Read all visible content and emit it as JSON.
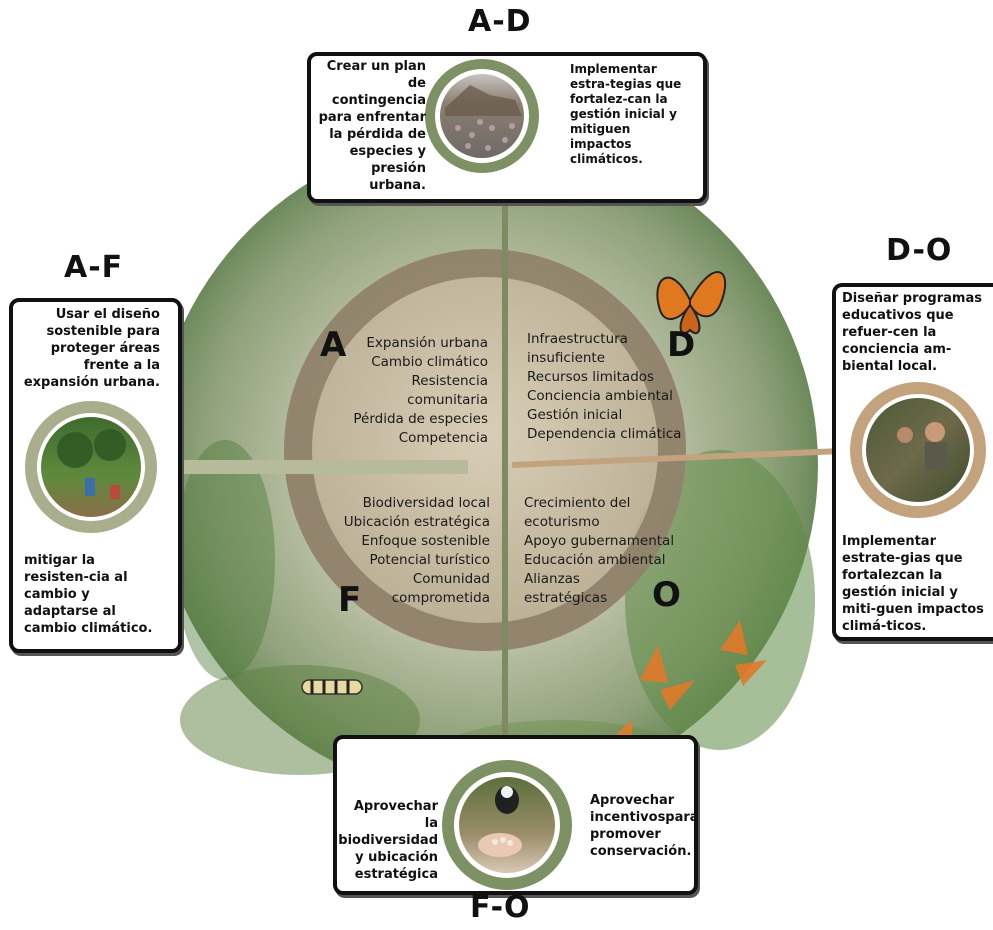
{
  "diagram": {
    "quadrant_letters": {
      "a": "A",
      "d": "D",
      "f": "F",
      "o": "O"
    },
    "amenazas": [
      "Expansión urbana",
      "Cambio climático",
      "Resistencia",
      "comunitaria",
      "Pérdida de especies",
      "Competencia"
    ],
    "debilidades": [
      "Infraestructura",
      "insuficiente",
      "Recursos limitados",
      "Conciencia ambiental",
      "Gestión inicial",
      "Dependencia climática"
    ],
    "fortalezas": [
      "Biodiversidad local",
      "Ubicación estratégica",
      "Enfoque sostenible",
      "Potencial turístico",
      "Comunidad",
      "comprometida"
    ],
    "oportunidades": [
      "Crecimiento del",
      "ecoturismo",
      "Apoyo gubernamental",
      "Educación ambiental",
      "Alianzas",
      "estratégicas"
    ]
  },
  "strategies": {
    "ad": {
      "heading": "A-D",
      "left_text": "Crear un plan de contingencia para enfrentar la pérdida de especies y presión urbana.",
      "right_text": "Implementar estra-tegias que fortalez-can la gestión inicial y mitiguen impactos climáticos."
    },
    "af": {
      "heading": "A-F",
      "top_text": "Usar el diseño sostenible para proteger áreas frente a la expansión urbana.",
      "bottom_text": "mitigar la resisten-cia al cambio y adaptarse al cambio climático."
    },
    "do": {
      "heading": "D-O",
      "top_text": "Diseñar programas educativos que refuer-cen la conciencia am-biental local.",
      "bottom_text": "Implementar estrate-gias que fortalezcan la gestión inicial y miti-guen impactos climá-ticos."
    },
    "fo": {
      "heading": "F-O",
      "left_text": "Aprovechar la biodiversidad y ubicación estratégica",
      "right_text": "Aprovechar incentivospara promover conservación."
    }
  },
  "colors": {
    "sage": "#8c9a77",
    "sage_light": "#b7bb9b",
    "tan": "#c3a27e",
    "ring": "#7d6f58",
    "inner": "#c9bca4"
  }
}
